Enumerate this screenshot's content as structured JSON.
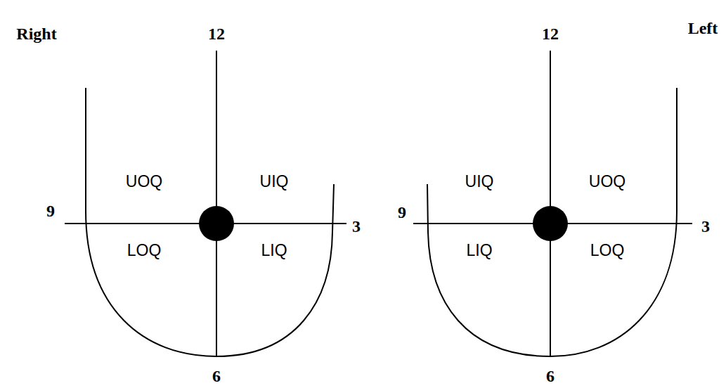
{
  "diagram": {
    "labels": [
      "Right",
      "12",
      "12",
      "Left",
      "UOQ",
      "UIQ",
      "UIQ",
      "UOQ",
      "9",
      "3",
      "9",
      "3",
      "LOQ",
      "LIQ",
      "LIQ",
      "LOQ",
      "6",
      "6"
    ]
  }
}
